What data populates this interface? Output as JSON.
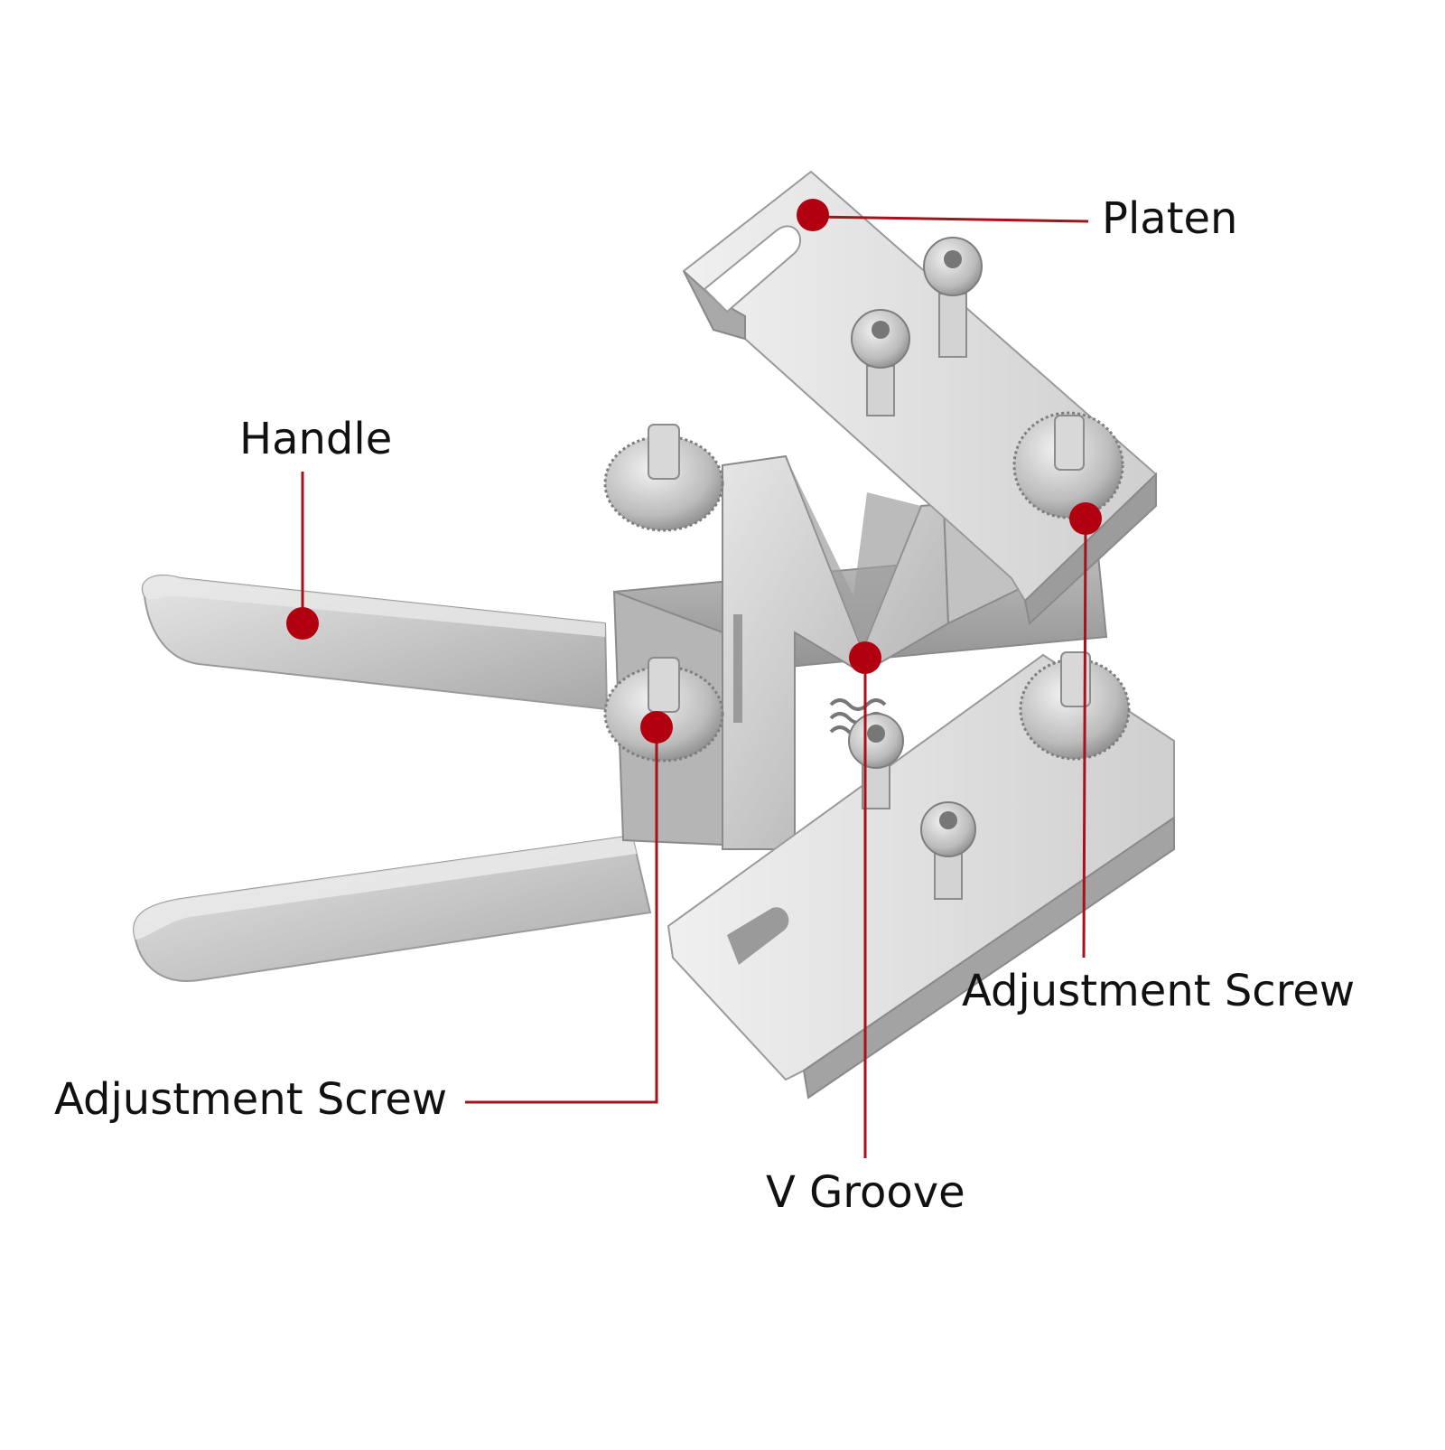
{
  "callouts": {
    "platen": "Platen",
    "handle": "Handle",
    "adjustment_screw_right": "Adjustment Screw",
    "adjustment_screw_left": "Adjustment Screw",
    "v_groove": "V Groove"
  },
  "colors": {
    "leader": "#a5121c",
    "marker": "#b10010",
    "metal_light": "#d9d9d9",
    "metal_mid": "#bcbcbc",
    "metal_dark": "#8f8f8f"
  }
}
